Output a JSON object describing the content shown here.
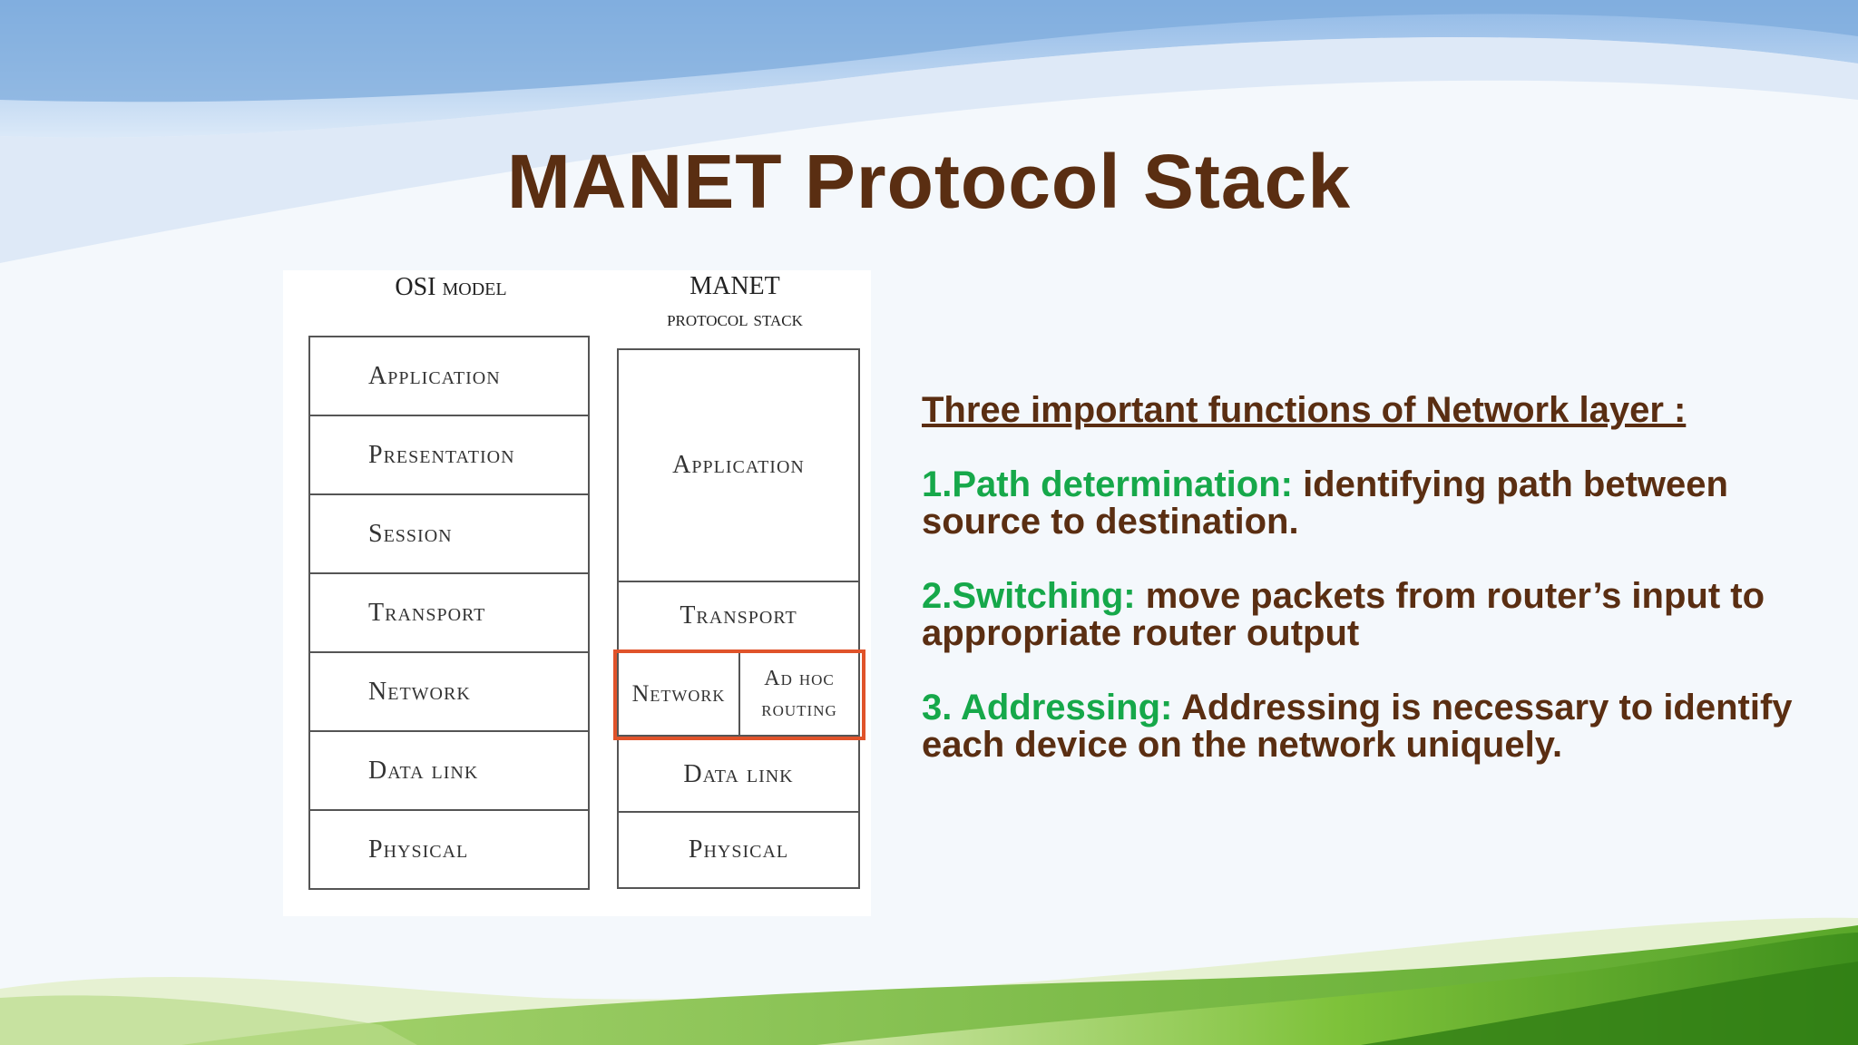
{
  "slide": {
    "title": "MANET Protocol Stack"
  },
  "diagram": {
    "osi_header": "OSI model",
    "manet_header_line1": "MANET",
    "manet_header_line2": "protocol stack",
    "osi_layers": [
      "Application",
      "Presentation",
      "Session",
      "Transport",
      "Network",
      "Data link",
      "Physical"
    ],
    "manet_layers": {
      "application": "Application",
      "transport": "Transport",
      "network": "Network",
      "adhoc_line1": "Ad hoc",
      "adhoc_line2": "routing",
      "data_link": "Data link",
      "physical": "Physical"
    },
    "highlight_color": "#e0532a"
  },
  "content": {
    "heading": "Three important functions of Network layer :",
    "points": [
      {
        "term": "1.Path determination:",
        "desc": " identifying path between source to destination."
      },
      {
        "term": "2.Switching:",
        "desc": " move packets from router’s input to appropriate router output"
      },
      {
        "term": "3. Addressing:",
        "desc": " Addressing is necessary to identify each device on the network uniquely."
      }
    ]
  },
  "colors": {
    "title": "#5a2e12",
    "term": "#16a84a",
    "body": "#5a2e12"
  }
}
